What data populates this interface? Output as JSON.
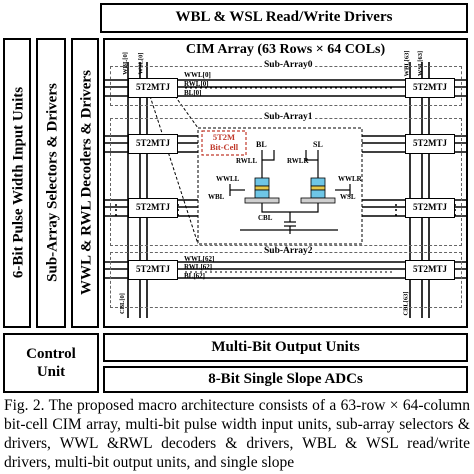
{
  "figure": {
    "top_driver": "WBL & WSL Read/Write Drivers",
    "cim_title": "CIM Array (63 Rows × 64 COLs)",
    "left_units": "6-Bit Pulse Width Input Units",
    "sub_array_selectors": "Sub-Array Selectors & Drivers",
    "decoders": "WWL & RWL Decoders & Drivers",
    "control_unit": "Control Unit",
    "output_units": "Multi-Bit Output Units",
    "adcs": "8-Bit Single Slope ADCs",
    "sub_array0": "Sub-Array0",
    "sub_array1": "Sub-Array1",
    "sub_array2": "Sub-Array2",
    "cell_label": "5T2MTJ",
    "bitcell_label_line1": "5T2M",
    "bitcell_label_line2": "Bit-Cell",
    "signals": {
      "wbl0": "WBL[0]",
      "wsl0": "WSL[0]",
      "wwl0": "WWL[0]",
      "rwl0": "RWL[0]",
      "bl0": "BL[0]",
      "wwl62": "WWL[62]",
      "rwl62": "RWL[62]",
      "bl62": "BL[62]",
      "cbl0": "CBL[0]",
      "cbl63": "CBL[63]",
      "wbl63": "WBL[63]",
      "wsl63": "WSL[63]",
      "bl": "BL",
      "sl": "SL",
      "rwll": "RWLL",
      "rwlr": "RWLR",
      "wwll": "WWLL",
      "wwlr": "WWLR",
      "wbl": "WBL",
      "wsl": "WSL",
      "cbl": "CBL"
    }
  },
  "caption": {
    "text": "Fig. 2. The proposed macro architecture consists of a 63-row × 64-column bit-cell CIM array, multi-bit pulse width input units, sub-array selectors & drivers, WWL &RWL decoders & drivers, WBL & WSL read/write drivers, multi-bit output units, and single slope"
  }
}
